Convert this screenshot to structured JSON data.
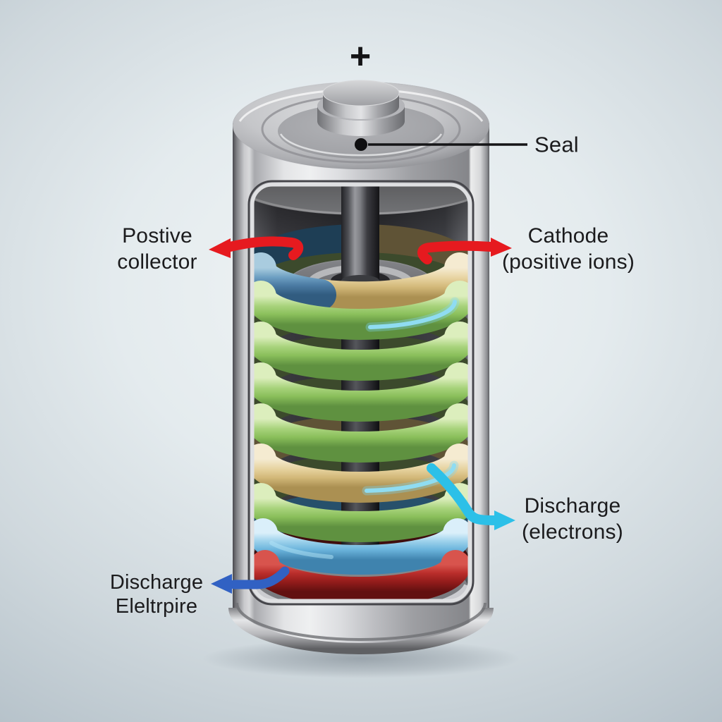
{
  "terminal": {
    "plus": "+"
  },
  "callouts": {
    "seal": {
      "text": "Seal"
    },
    "positive_collector": {
      "line1": "Postive",
      "line2": "collector"
    },
    "cathode": {
      "line1": "Cathode",
      "line2": "(positive ions)"
    },
    "discharge_electrons": {
      "line1": "Discharge",
      "line2": "(electrons)"
    },
    "discharge_electrolyte": {
      "line1": "Discharge",
      "line2": "Eleltrpire"
    }
  },
  "colors": {
    "arrow_red": "#e61a1f",
    "arrow_cyan": "#2cc0e8",
    "arrow_blue": "#3161c3",
    "coil_green": "#8abf5b",
    "coil_tan": "#d3b97a",
    "coil_light_blue": "#6bb4dc",
    "coil_red": "#951d1c",
    "collector_blue": "#4b7ba3",
    "casing_silver": "#c9cacd",
    "text": "#1b1b1d"
  }
}
